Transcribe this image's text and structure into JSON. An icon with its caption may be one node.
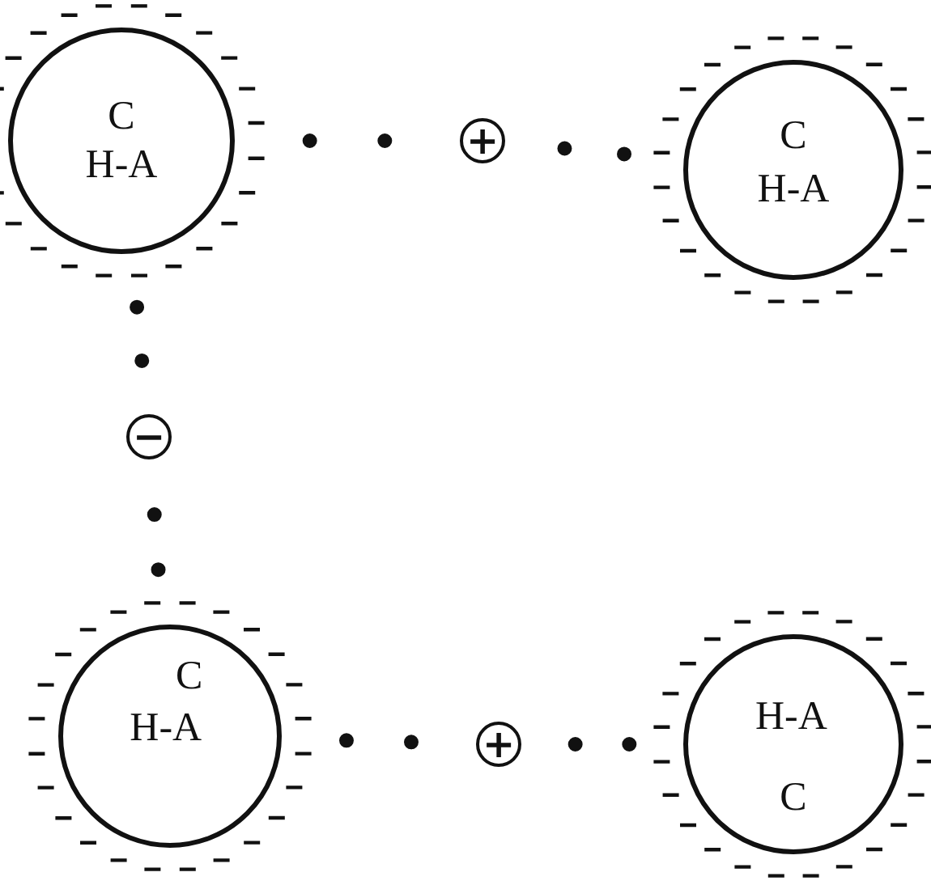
{
  "diagram": {
    "nodes": [
      {
        "text": [
          "C",
          "H-A"
        ]
      },
      {
        "text": [
          "C",
          "H-A"
        ]
      },
      {
        "text": [
          "C",
          "H-A"
        ]
      },
      {
        "text": [
          "H-A",
          "C"
        ]
      },
      {
        "text": [
          "+"
        ]
      },
      {
        "text": [
          "−"
        ]
      },
      {
        "text": [
          "+"
        ]
      }
    ],
    "edges": [
      {
        "from": 0,
        "to": 4,
        "arrow": "none"
      },
      {
        "from": 4,
        "to": 1,
        "arrow": "none"
      },
      {
        "from": 0,
        "to": 5,
        "arrow": "none"
      },
      {
        "from": 5,
        "to": 2,
        "arrow": "none"
      },
      {
        "from": 2,
        "to": 6,
        "arrow": "none"
      },
      {
        "from": 6,
        "to": 3,
        "arrow": "none"
      }
    ]
  }
}
